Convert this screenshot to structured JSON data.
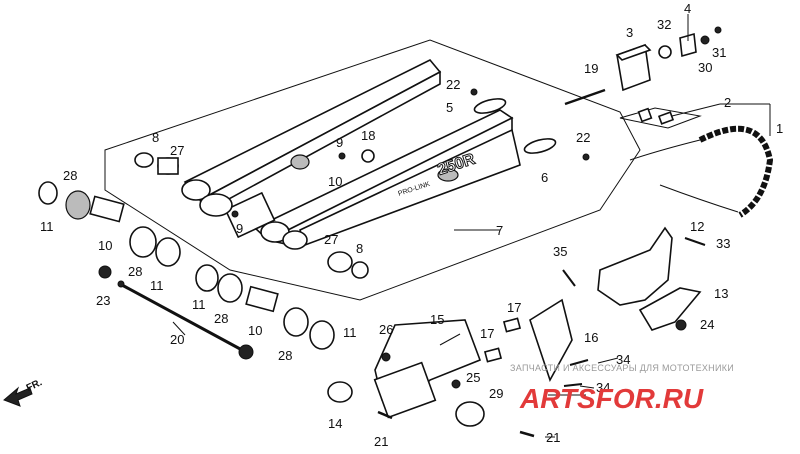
{
  "callouts": [
    {
      "id": "c1",
      "text": "1"
    },
    {
      "id": "c2",
      "text": "2"
    },
    {
      "id": "c3",
      "text": "3"
    },
    {
      "id": "c4",
      "text": "4"
    },
    {
      "id": "c5",
      "text": "5"
    },
    {
      "id": "c6",
      "text": "6"
    },
    {
      "id": "c7",
      "text": "7"
    },
    {
      "id": "c8a",
      "text": "8"
    },
    {
      "id": "c8b",
      "text": "8"
    },
    {
      "id": "c9a",
      "text": "9"
    },
    {
      "id": "c9b",
      "text": "9"
    },
    {
      "id": "c10a",
      "text": "10"
    },
    {
      "id": "c10b",
      "text": "10"
    },
    {
      "id": "c10c",
      "text": "10"
    },
    {
      "id": "c11a",
      "text": "11"
    },
    {
      "id": "c11b",
      "text": "11"
    },
    {
      "id": "c11c",
      "text": "11"
    },
    {
      "id": "c11d",
      "text": "11"
    },
    {
      "id": "c12",
      "text": "12"
    },
    {
      "id": "c13",
      "text": "13"
    },
    {
      "id": "c14",
      "text": "14"
    },
    {
      "id": "c15",
      "text": "15"
    },
    {
      "id": "c16",
      "text": "16"
    },
    {
      "id": "c17a",
      "text": "17"
    },
    {
      "id": "c17b",
      "text": "17"
    },
    {
      "id": "c18",
      "text": "18"
    },
    {
      "id": "c19",
      "text": "19"
    },
    {
      "id": "c20",
      "text": "20"
    },
    {
      "id": "c21a",
      "text": "21"
    },
    {
      "id": "c21b",
      "text": "21"
    },
    {
      "id": "c22a",
      "text": "22"
    },
    {
      "id": "c22b",
      "text": "22"
    },
    {
      "id": "c23",
      "text": "23"
    },
    {
      "id": "c24",
      "text": "24"
    },
    {
      "id": "c25",
      "text": "25"
    },
    {
      "id": "c26",
      "text": "26"
    },
    {
      "id": "c27a",
      "text": "27"
    },
    {
      "id": "c27b",
      "text": "27"
    },
    {
      "id": "c28a",
      "text": "28"
    },
    {
      "id": "c28b",
      "text": "28"
    },
    {
      "id": "c28c",
      "text": "28"
    },
    {
      "id": "c28d",
      "text": "28"
    },
    {
      "id": "c29",
      "text": "29"
    },
    {
      "id": "c30",
      "text": "30"
    },
    {
      "id": "c31",
      "text": "31"
    },
    {
      "id": "c32",
      "text": "32"
    },
    {
      "id": "c33",
      "text": "33"
    },
    {
      "id": "c34a",
      "text": "34"
    },
    {
      "id": "c34b",
      "text": "34"
    },
    {
      "id": "c35",
      "text": "35"
    }
  ],
  "swingarm_lettering": {
    "model": "250R",
    "small": "PRO-LINK"
  },
  "direction_marker": "FR.",
  "watermark": {
    "tagline": "ЗАПЧАСТИ И АКСЕССУАРЫ ДЛЯ МОТОТЕХНИКИ",
    "brand": "ARTSFOR.RU"
  }
}
